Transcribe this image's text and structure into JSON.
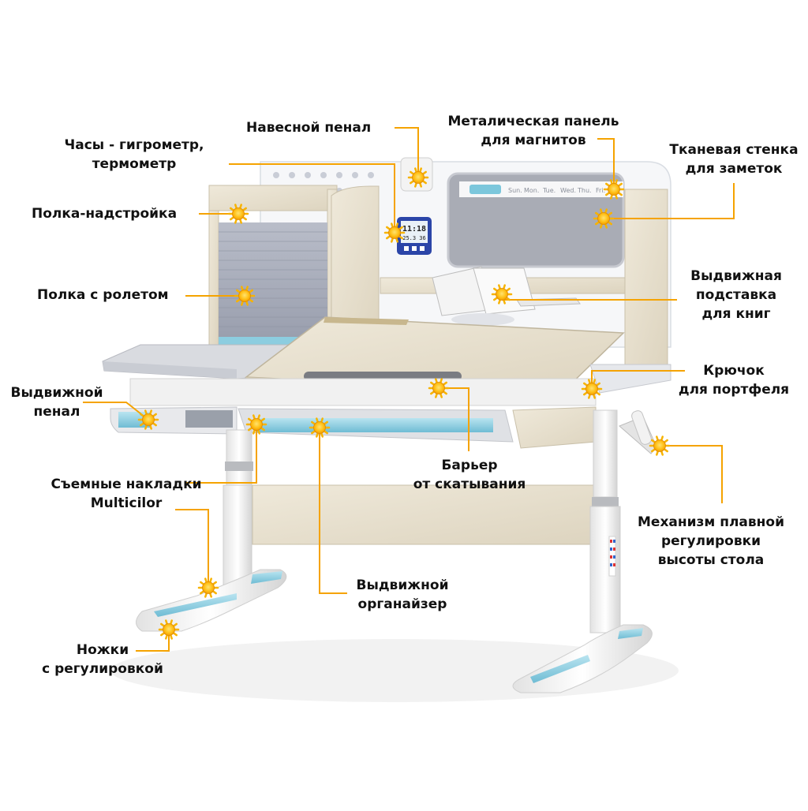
{
  "colors": {
    "leader": "#f5a300",
    "marker_outer": "#f7b300",
    "marker_inner": "#ffd84a",
    "wood": "#e7e0cf",
    "accent_blue": "#8ccde0",
    "frame": "#eeeeee"
  },
  "labels": {
    "clock": [
      "Часы - гигрометр,",
      "термометр"
    ],
    "pencil_case": [
      "Навесной пенал"
    ],
    "metal_panel": [
      "Металическая панель",
      "для магнитов"
    ],
    "fabric_wall": [
      "Тканевая стенка",
      "для заметок"
    ],
    "top_shelf": [
      "Полка-надстройка"
    ],
    "roller_shelf": [
      "Полка с ролетом"
    ],
    "book_stand": [
      "Выдвижная",
      "подставка",
      "для книг"
    ],
    "pull_out_pencil": [
      "Выдвижной",
      "пенал"
    ],
    "hook": [
      "Крючок",
      "для портфеля"
    ],
    "barrier": [
      "Барьер",
      "от скатывания"
    ],
    "overlays": [
      "Съемные накладки",
      "Multicilor"
    ],
    "mechanism": [
      "Механизм плавной",
      "регулировки",
      "высоты стола"
    ],
    "organizer": [
      "Выдвижной",
      "органайзер"
    ],
    "legs": [
      "Ножки",
      "с регулировкой"
    ]
  },
  "clock_display": {
    "time": "11:18",
    "reading": "25.3 36"
  },
  "weekdays": [
    "Sun.",
    "Mon.",
    "Tue.",
    "Wed.",
    "Thu.",
    "Fri."
  ]
}
